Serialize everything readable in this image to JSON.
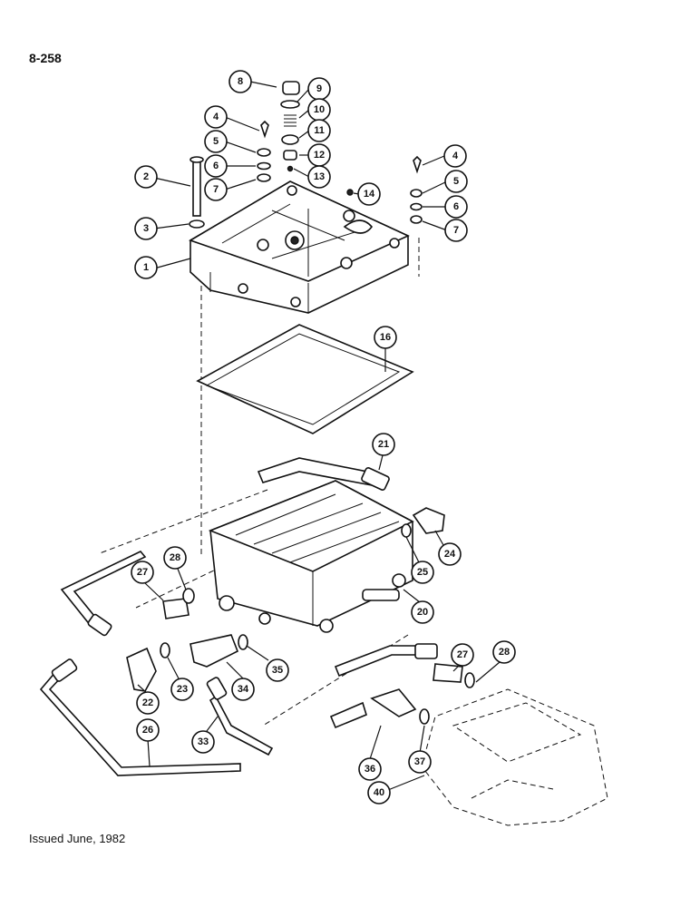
{
  "page_number": "8-258",
  "issued": "Issued June, 1982",
  "callouts": [
    "1",
    "2",
    "3",
    "4",
    "5",
    "6",
    "7",
    "8",
    "9",
    "10",
    "11",
    "12",
    "13",
    "4",
    "5",
    "6",
    "7",
    "14",
    "16",
    "21",
    "24",
    "25",
    "20",
    "27",
    "28",
    "35",
    "34",
    "22",
    "23",
    "27",
    "28",
    "26",
    "33",
    "36",
    "37",
    "40"
  ],
  "icons": {
    "cover": "valve-cover-plate",
    "gasket": "gasket-sheet",
    "valve_body": "control-valve-body",
    "tube": "hydraulic-tube",
    "fitting": "elbow-fitting",
    "housing": "transmission-housing"
  }
}
